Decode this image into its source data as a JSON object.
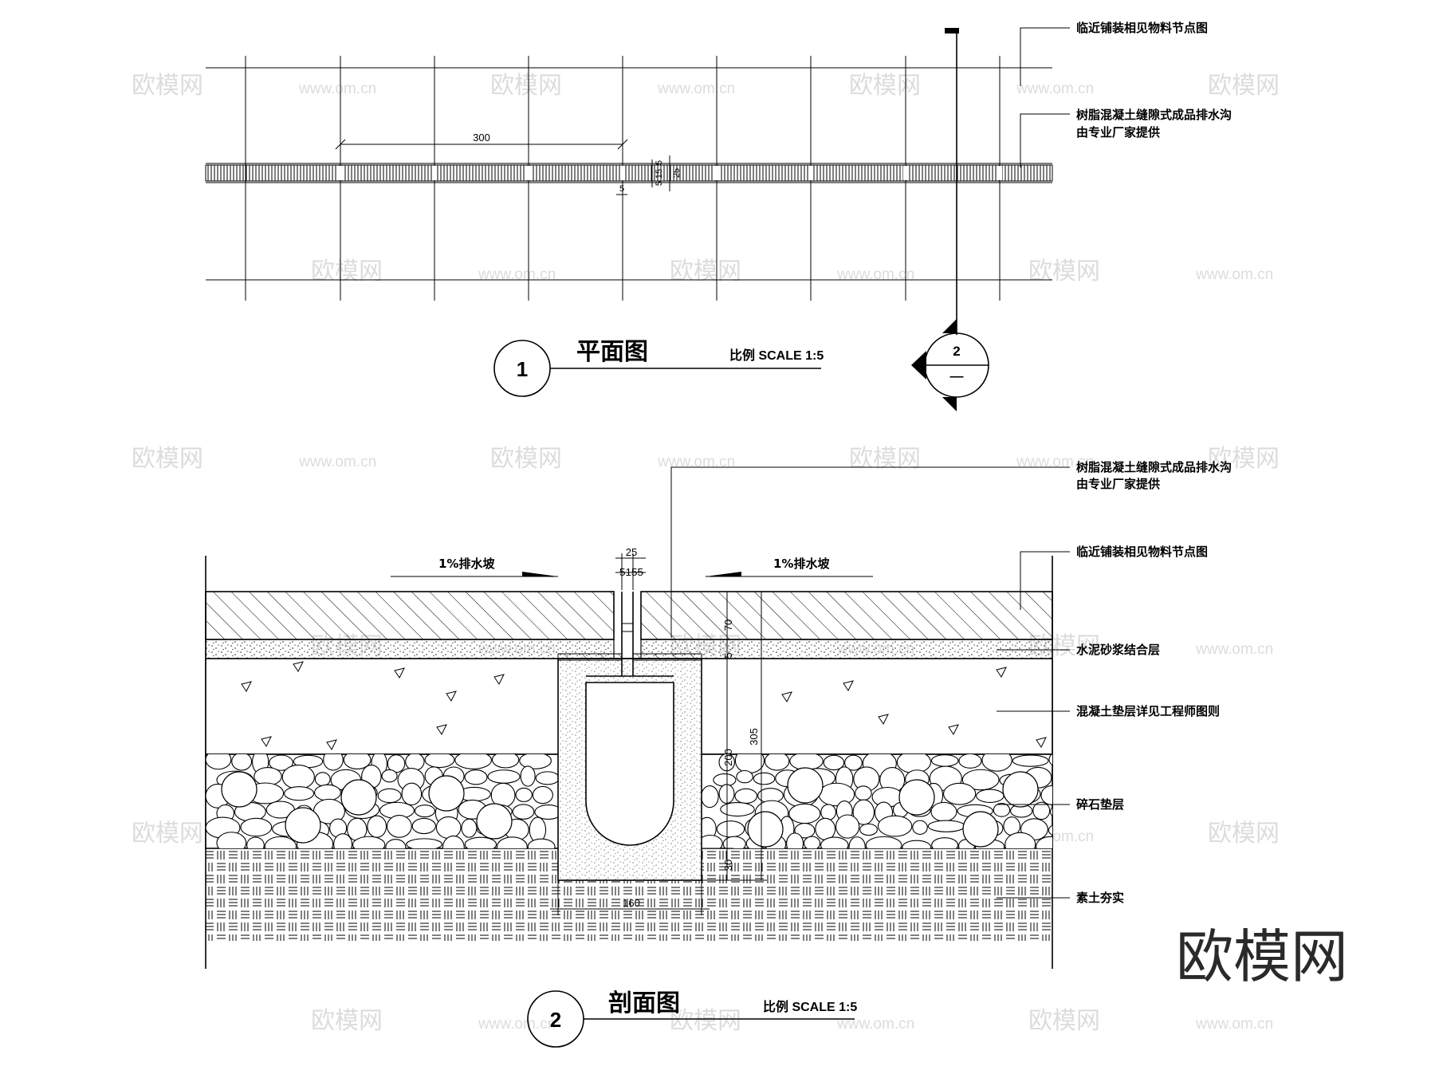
{
  "plan": {
    "title": "平面图",
    "scale": "比例 SCALE 1:5",
    "number": "1",
    "dims": {
      "joint_spacing": "300",
      "slot_a": "5",
      "slot_b": "15",
      "slot_c": "5",
      "slot_total": "25",
      "offset": "5"
    },
    "notes": {
      "adjacent_paving": "临近铺装相见物料节点图",
      "drain_line1": "树脂混凝土缝隙式成品排水沟",
      "drain_line2": "由专业厂家提供"
    },
    "section_marker": {
      "number": "2",
      "sheet": "—"
    }
  },
  "section": {
    "title": "剖面图",
    "scale": "比例 SCALE 1:5",
    "number": "2",
    "slope_left": "1%排水坡",
    "slope_right": "1%排水坡",
    "dims": {
      "slot_width": "25",
      "slot_detail": "5155",
      "paving": "70",
      "mortar": "5",
      "channel": "200",
      "total_depth": "305",
      "base": "30",
      "width": "160"
    },
    "notes": {
      "drain_line1": "树脂混凝土缝隙式成品排水沟",
      "drain_line2": "由专业厂家提供",
      "adjacent_paving": "临近铺装相见物料节点图",
      "mortar_layer": "水泥砂浆结合层",
      "concrete_layer": "混凝土垫层详见工程师图则",
      "gravel_layer": "碎石垫层",
      "soil_layer": "素土夯实"
    }
  },
  "watermarks": {
    "brand": "欧模网",
    "url": "www.om.cn",
    "url_edge": "om.cn"
  },
  "logo": "欧模网"
}
